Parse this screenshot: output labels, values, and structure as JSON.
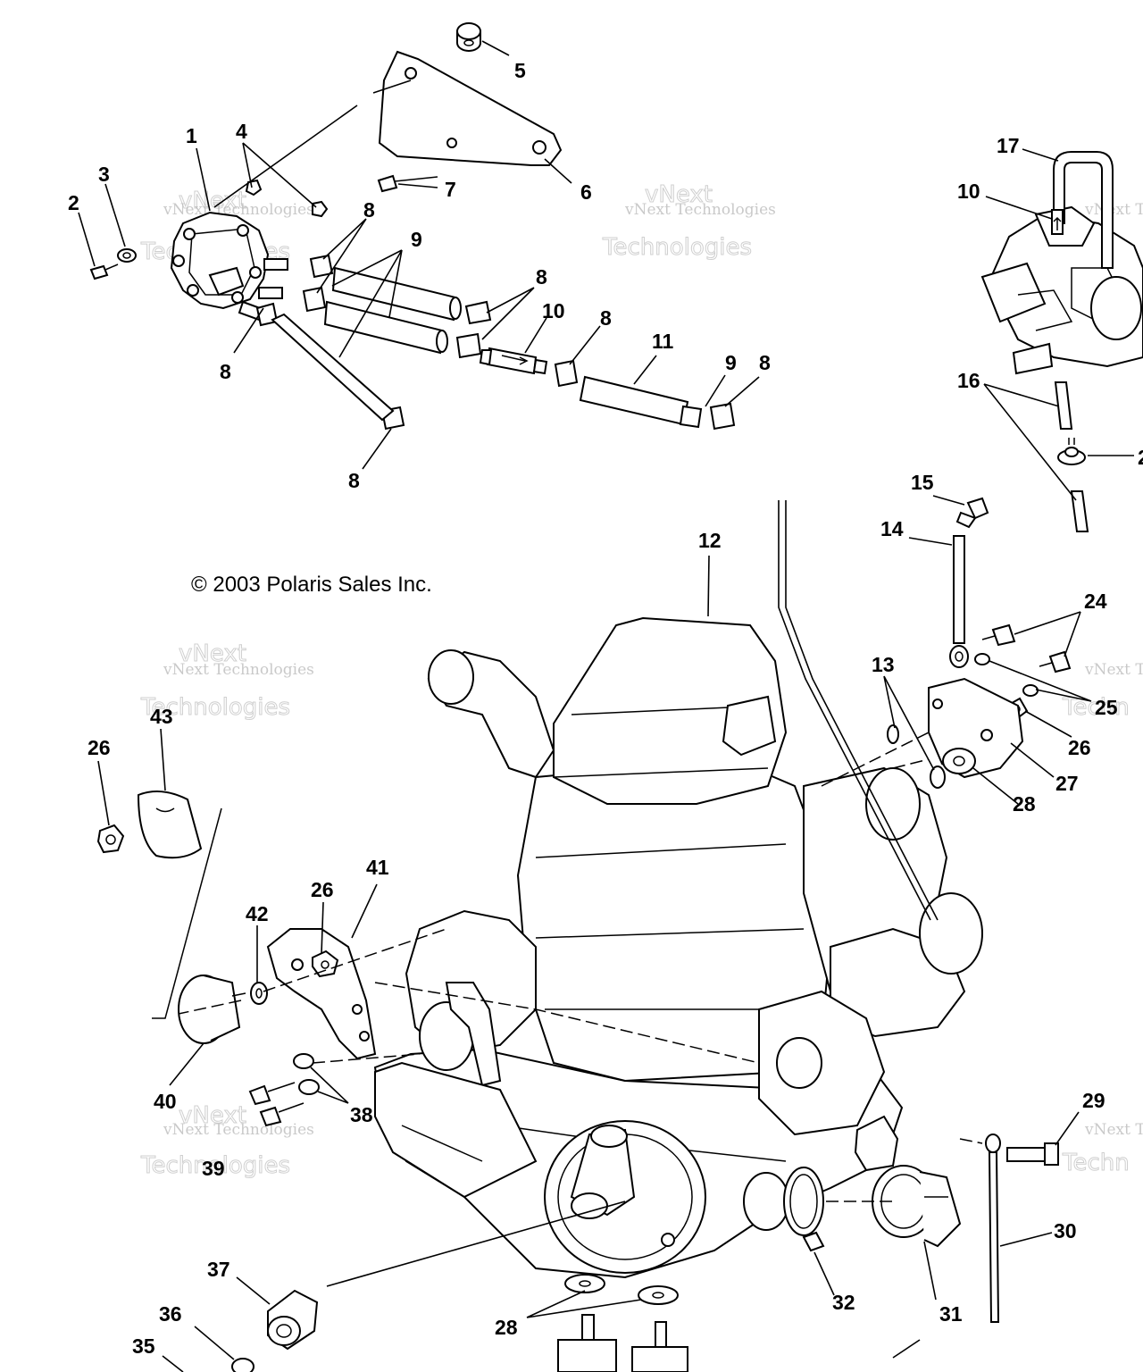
{
  "copyright": "© 2003 Polaris Sales Inc.",
  "watermark": {
    "line1": "vNext",
    "line2": "vNext Technologies",
    "line3": "Technologies",
    "partial": "vNext Te",
    "partial2": "Techn"
  },
  "callouts": {
    "c1": "1",
    "c2": "2",
    "c3": "3",
    "c4": "4",
    "c5": "5",
    "c6": "6",
    "c7": "7",
    "c8a": "8",
    "c8b": "8",
    "c8c": "8",
    "c8d": "8",
    "c8e": "8",
    "c8f": "8",
    "c9a": "9",
    "c9b": "9",
    "c10a": "10",
    "c10b": "10",
    "c11": "11",
    "c12": "12",
    "c13": "13",
    "c14": "14",
    "c15": "15",
    "c16": "16",
    "c17": "17",
    "c2r": "2",
    "c24": "24",
    "c25": "25",
    "c26a": "26",
    "c26b": "26",
    "c26c": "26",
    "c27": "27",
    "c28a": "28",
    "c28b": "28",
    "c29": "29",
    "c30": "30",
    "c31": "31",
    "c32": "32",
    "c35": "35",
    "c36": "36",
    "c37": "37",
    "c38": "38",
    "c39": "39",
    "c40": "40",
    "c41": "41",
    "c42": "42",
    "c43": "43"
  }
}
